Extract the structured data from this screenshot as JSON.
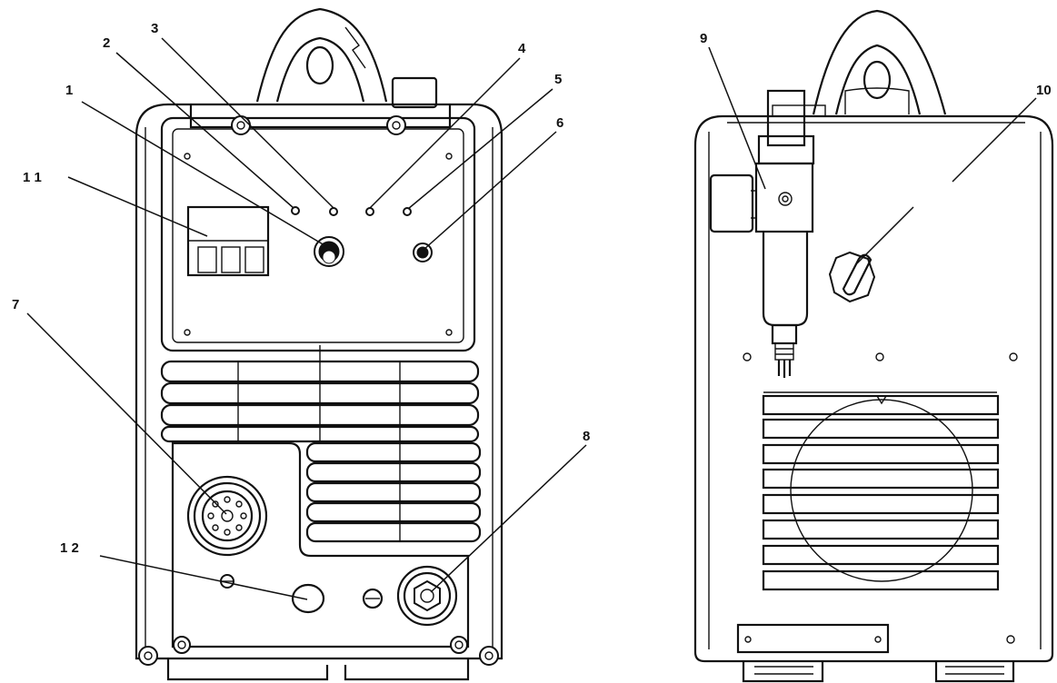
{
  "callouts": {
    "c1": "1",
    "c2": "2",
    "c3": "3",
    "c4": "4",
    "c5": "5",
    "c6": "6",
    "c7": "7",
    "c8": "8",
    "c9": "9",
    "c10": "10",
    "c11": "1 1",
    "c12": "1 2"
  },
  "colors": {
    "line": "#111111",
    "background": "#ffffff"
  }
}
